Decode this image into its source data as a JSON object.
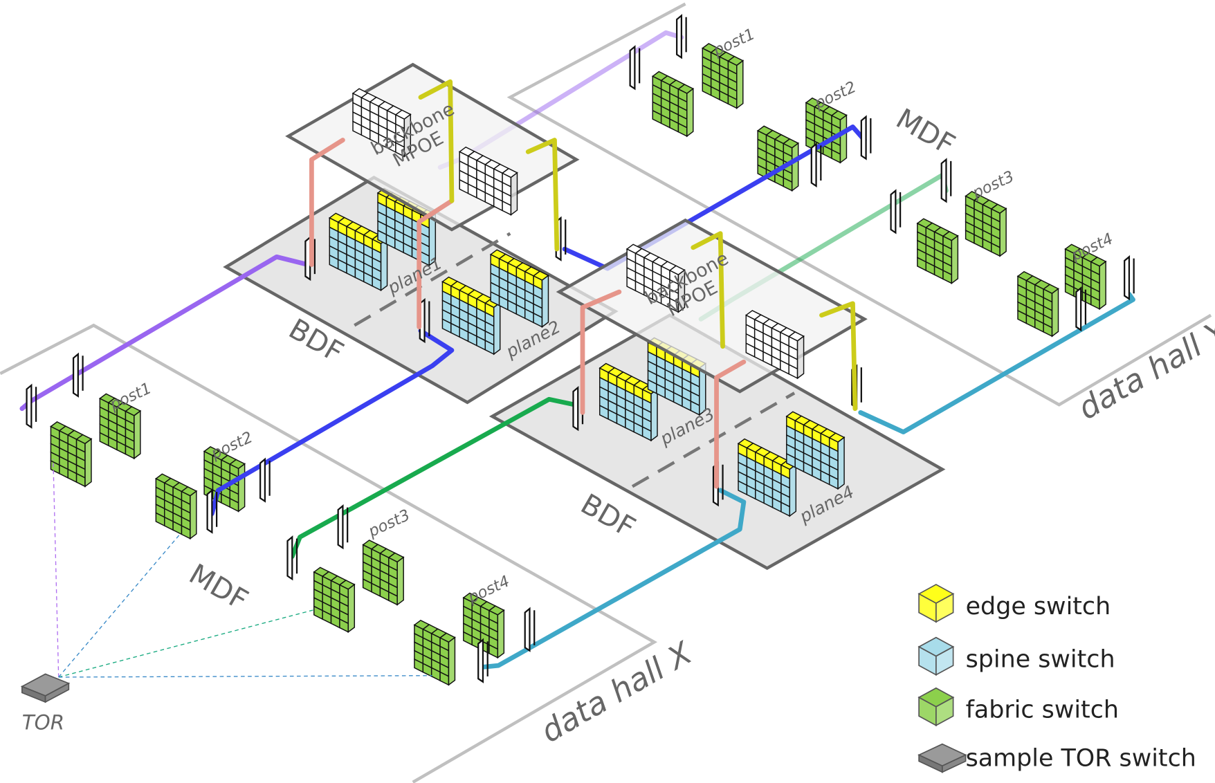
{
  "labels": {
    "bdf": "BDF",
    "mdf": "MDF",
    "backbone": "backbone",
    "mpoe": "MPOE",
    "data_hall_x": "data hall X",
    "data_hall_y": "data hall Y",
    "tor": "TOR",
    "plane1": "plane1",
    "plane2": "plane2",
    "plane3": "plane3",
    "plane4": "plane4",
    "post1": "post1",
    "post2": "post2",
    "post3": "post3",
    "post4": "post4"
  },
  "legend": [
    {
      "label": "edge switch",
      "color": "#ffff1a"
    },
    {
      "label": "spine switch",
      "color": "#a8dcea"
    },
    {
      "label": "fabric switch",
      "color": "#8cd04c"
    },
    {
      "label": "sample TOR switch",
      "color": "#9a9a9a"
    }
  ],
  "colors": {
    "post1_cable": "#9966f0",
    "post2_cable": "#3a3ff0",
    "post3_cable": "#18aa4e",
    "post4_cable": "#3fa8c8",
    "backbone_salmon": "#e6958a",
    "backbone_yellow": "#cccc1a",
    "floor": "#e6e6e6",
    "outline": "#bbbbbb"
  }
}
